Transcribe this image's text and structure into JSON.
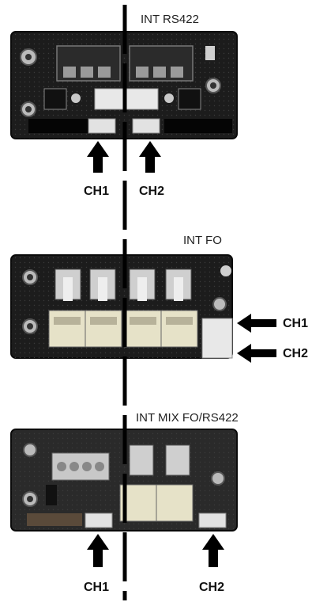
{
  "boards": [
    {
      "title": "INT RS422",
      "channels": [
        "CH1",
        "CH2"
      ]
    },
    {
      "title": "INT FO",
      "channels": [
        "CH1",
        "CH2"
      ]
    },
    {
      "title": "INT MIX FO/RS422",
      "channels": [
        "CH1",
        "CH2"
      ]
    }
  ],
  "colors": {
    "pcb": "#1c1c1c",
    "pcb_edge": "#0a0a0a",
    "connector": "#d8d8d8",
    "module": "#e6e2c8",
    "arrow": "#000000",
    "divider": "#000000"
  },
  "icons": [
    "arrow-up-icon",
    "arrow-left-icon"
  ]
}
